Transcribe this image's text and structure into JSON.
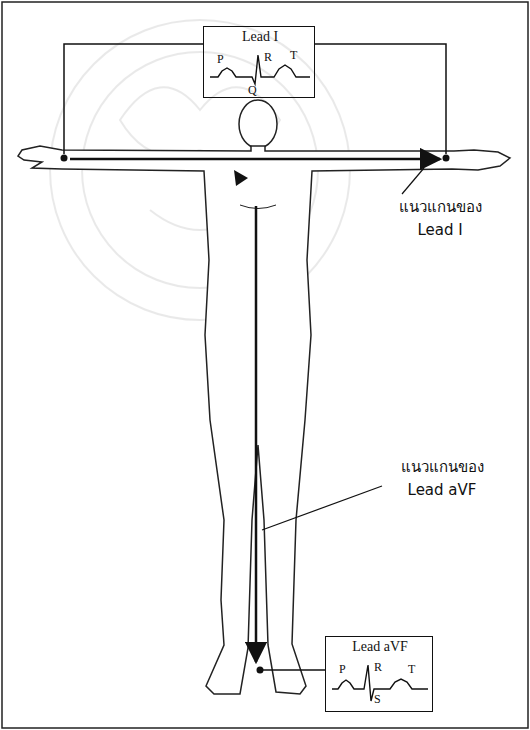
{
  "diagram": {
    "nodes": [
      {
        "text": [
          "Lead I",
          "P",
          "R",
          "Q",
          "T"
        ]
      },
      {
        "text": [
          "Lead aVF",
          "P",
          "R",
          "S",
          "T"
        ]
      }
    ],
    "labels": [
      "แนวแกนของ Lead I",
      "แนวแกนของ Lead aVF"
    ]
  }
}
